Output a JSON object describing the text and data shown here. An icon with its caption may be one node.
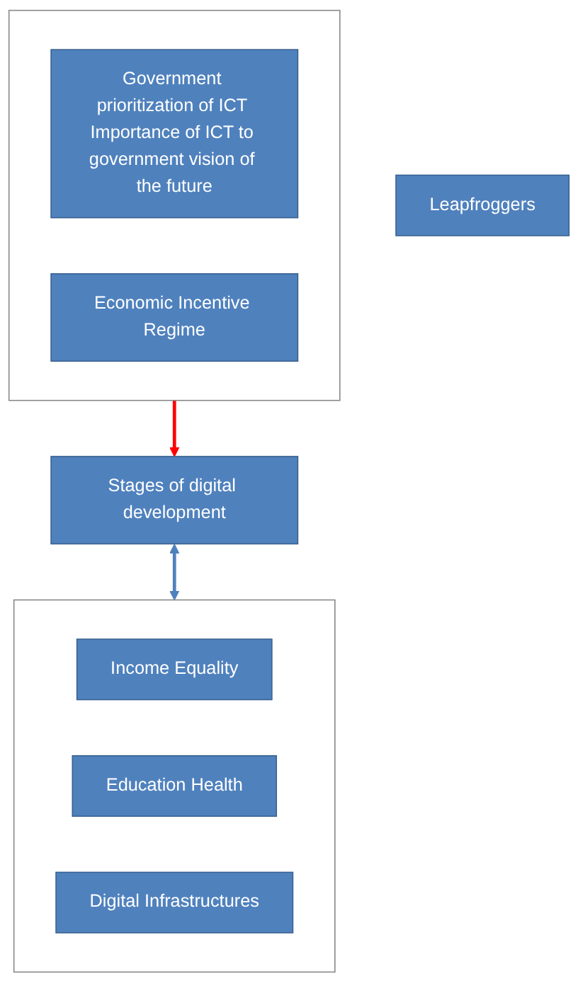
{
  "diagram": {
    "nodes": [
      {
        "text": [],
        "shape": "bracket"
      },
      {
        "text": [
          "Government prioritization of ICT Importance of ICT to government vision of the future"
        ],
        "in": 0
      },
      {
        "text": [
          "Economic Incentive Regime"
        ],
        "in": 0
      },
      {
        "text": [
          "Stages of digital development"
        ]
      },
      {
        "text": [],
        "shape": "bracket"
      },
      {
        "text": [
          "Income Equality"
        ],
        "in": 4
      },
      {
        "text": [
          "Education Health"
        ],
        "in": 4
      },
      {
        "text": [
          "Digital Infrastructures"
        ],
        "in": 4
      },
      {
        "text": [
          "Leapfroggers"
        ]
      }
    ],
    "edges": [
      {
        "from": 0,
        "to": 3,
        "arrow": "to",
        "color": "#ff0000"
      },
      {
        "from": 3,
        "to": 4,
        "arrow": "both",
        "color": "#4f81bd"
      }
    ]
  }
}
